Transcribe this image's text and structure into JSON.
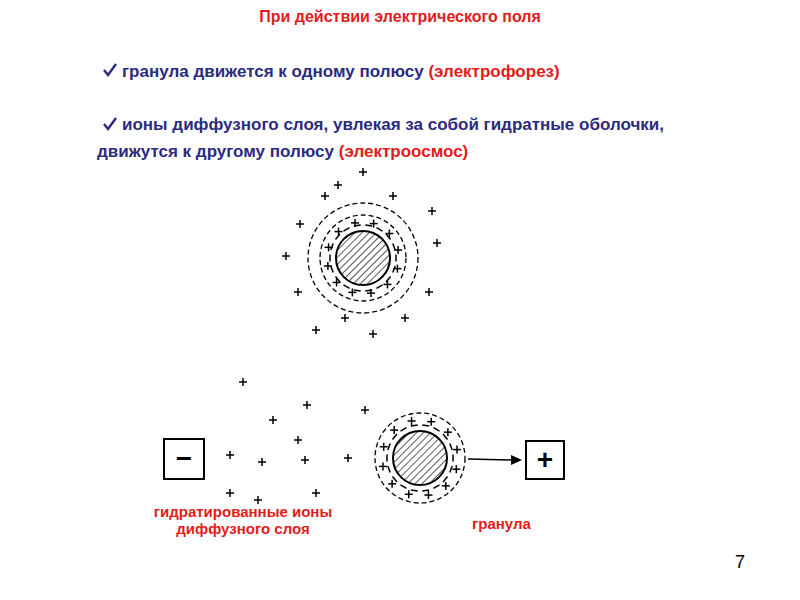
{
  "diagram": {
    "title": "При действии электрического поля",
    "nodes": [
      {
        "text": [
          "−"
        ]
      },
      {
        "text": [
          "+"
        ]
      }
    ],
    "labels": [
      "гранула движется к одному полюсу",
      "(электрофорез)",
      "ионы диффузного слоя, увлекая за собой гидратные оболочки, движутся к другому полюсу",
      "(электроосмос)",
      "гидратированные ионы диффузного слоя",
      "гранула",
      "7"
    ]
  }
}
